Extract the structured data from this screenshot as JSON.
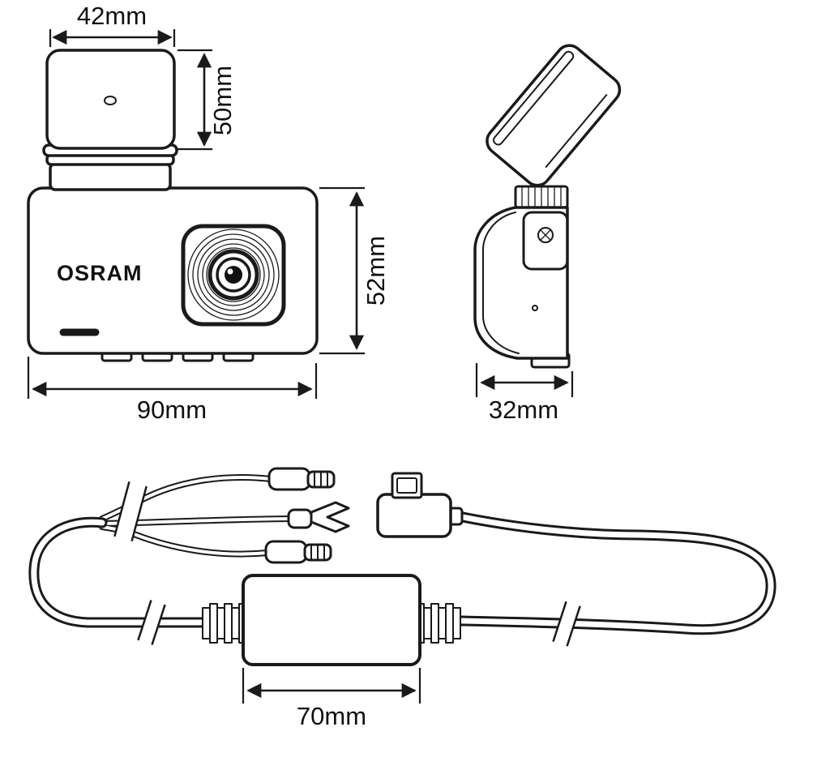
{
  "page": {
    "background": "#ffffff",
    "line_color": "#1a1a1a"
  },
  "views": {
    "front": {
      "brand": "OSRAM",
      "dims": {
        "mount_width": "42mm",
        "mount_height": "50mm",
        "body_width": "90mm",
        "body_height": "52mm"
      }
    },
    "side": {
      "dims": {
        "depth": "32mm"
      }
    },
    "cable": {
      "dims": {
        "adapter_length": "70mm"
      }
    }
  }
}
